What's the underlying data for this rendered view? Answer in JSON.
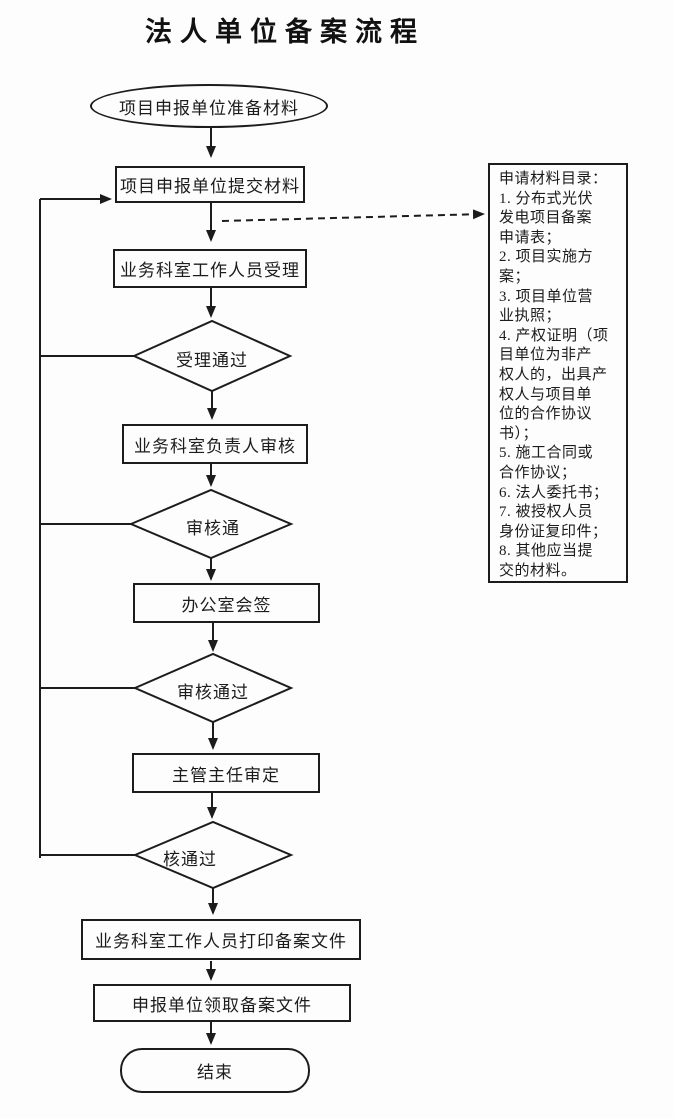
{
  "title": "法人单位备案流程",
  "flowchart": {
    "nodes": {
      "start": {
        "type": "terminator",
        "label": "项目申报单位准备材料"
      },
      "submit": {
        "type": "process",
        "label": "项目申报单位提交材料"
      },
      "accept": {
        "type": "process",
        "label": "业务科室工作人员受理"
      },
      "decision_accept": {
        "type": "decision",
        "label": "受理通过"
      },
      "review": {
        "type": "process",
        "label": "业务科室负责人审核"
      },
      "decision_review": {
        "type": "decision",
        "label": "审核通"
      },
      "countersign": {
        "type": "process",
        "label": "办公室会签"
      },
      "decision_countersign": {
        "type": "decision",
        "label": "审核通过"
      },
      "approve": {
        "type": "process",
        "label": "主管主任审定"
      },
      "decision_approve": {
        "type": "decision",
        "label": "核通过"
      },
      "print": {
        "type": "process",
        "label": "业务科室工作人员打印备案文件"
      },
      "receive": {
        "type": "process",
        "label": "申报单位领取备案文件"
      },
      "end": {
        "type": "terminator",
        "label": "结束"
      }
    },
    "sidebox": {
      "text": "申请材料目录：\n1. 分布式光伏\n发电项目备案\n申请表；\n2. 项目实施方\n案；\n3. 项目单位营\n业执照；\n4. 产权证明（项\n目单位为非产\n权人的，出具产\n权人与项目单\n位的合作协议\n书）；\n5. 施工合同或\n合作协议；\n6. 法人委托书；\n7. 被授权人员\n身份证复印件；\n8. 其他应当提\n交的材料。"
    },
    "colors": {
      "line": "#1c1c1c",
      "background": "#fdfdfd",
      "text": "#1c1c1c"
    }
  }
}
